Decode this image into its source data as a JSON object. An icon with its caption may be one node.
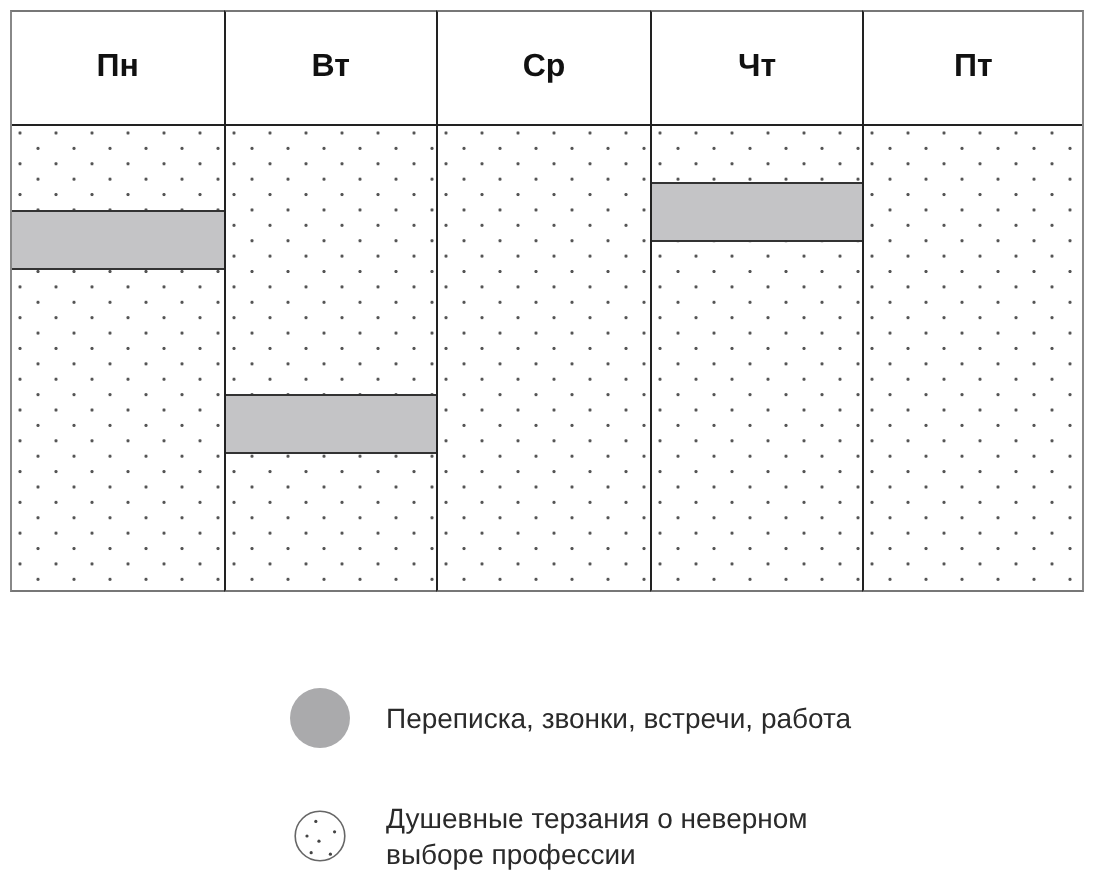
{
  "diagram": {
    "nodes": [
      {
        "text": [
          "Пн"
        ]
      },
      {
        "text": [
          "Вт"
        ]
      },
      {
        "text": [
          "Ср"
        ]
      },
      {
        "text": [
          "Чт"
        ]
      },
      {
        "text": [
          "Пт"
        ]
      },
      {
        "text": [],
        "shape": "bar",
        "in": 0
      },
      {
        "text": [],
        "shape": "bar",
        "in": 1
      },
      {
        "text": [],
        "shape": "bar",
        "in": 3
      }
    ],
    "legend": [
      {
        "text": "Переписка, звонки, встречи, работа",
        "color": "#aaaaac"
      },
      {
        "text": "Душевные терзания о неверном выборе профессии"
      }
    ]
  }
}
